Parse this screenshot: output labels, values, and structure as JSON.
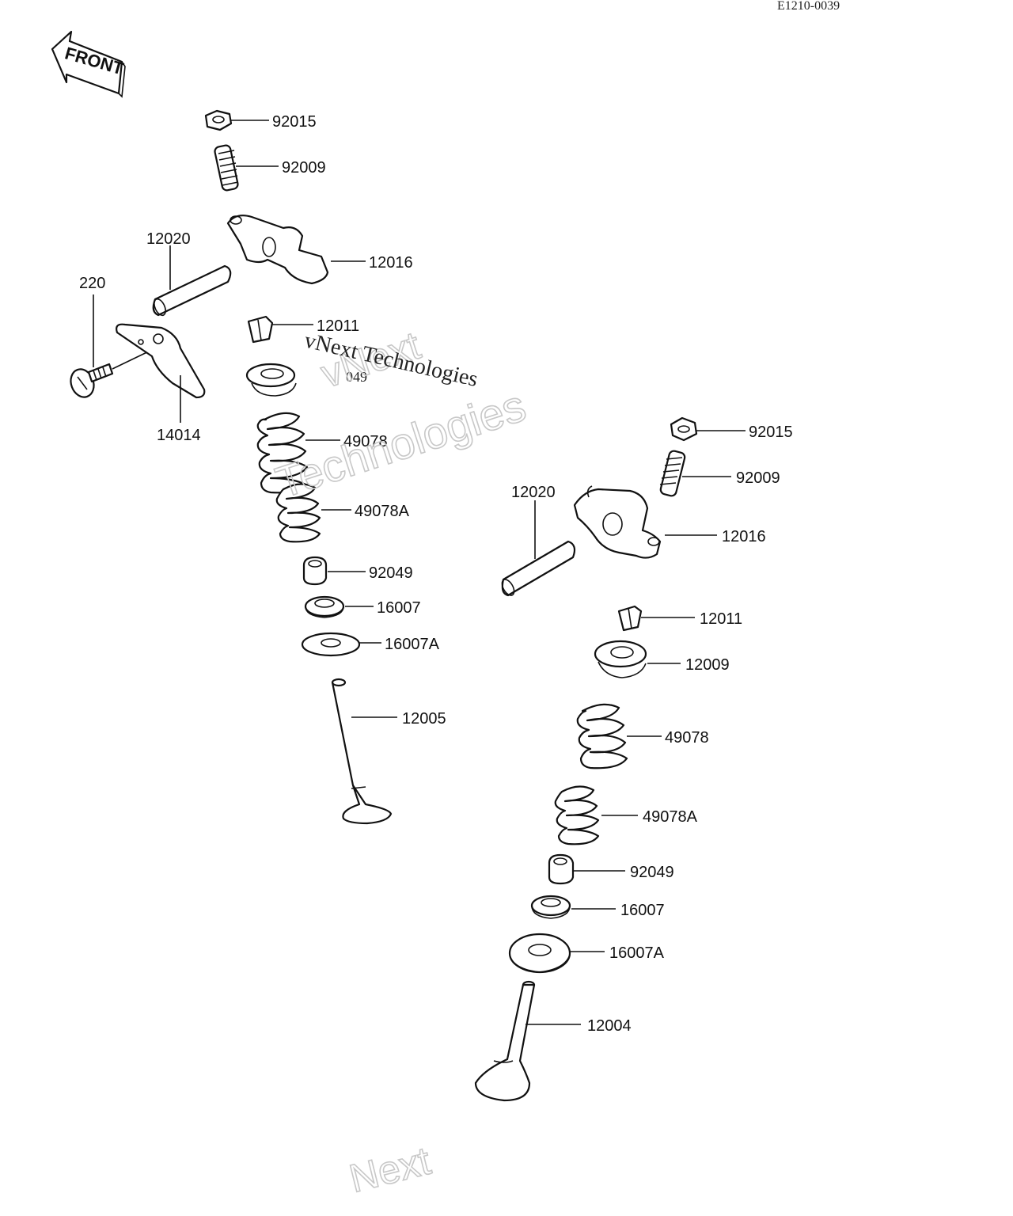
{
  "drawing_code": "E1210-0039",
  "front_label": "FRONT",
  "watermarks": [
    "vNext",
    "Technologies",
    "vNext Technologies",
    "Next"
  ],
  "overlap_text": "049",
  "left_labels": {
    "nut": "92015",
    "adjust_screw": "92009",
    "rocker_arm": "12016",
    "shaft": "12020",
    "bolt": "220",
    "keeper": "12011",
    "plate": "14014",
    "spring_outer": "49078",
    "spring_inner": "49078A",
    "seal": "92049",
    "seat": "16007",
    "washer": "16007A",
    "valve": "12005"
  },
  "right_labels": {
    "nut": "92015",
    "adjust_screw": "92009",
    "shaft": "12020",
    "rocker_arm": "12016",
    "keeper": "12011",
    "retainer": "12009",
    "spring_outer": "49078",
    "spring_inner": "49078A",
    "seal": "92049",
    "seat": "16007",
    "washer": "16007A",
    "valve": "12004"
  }
}
